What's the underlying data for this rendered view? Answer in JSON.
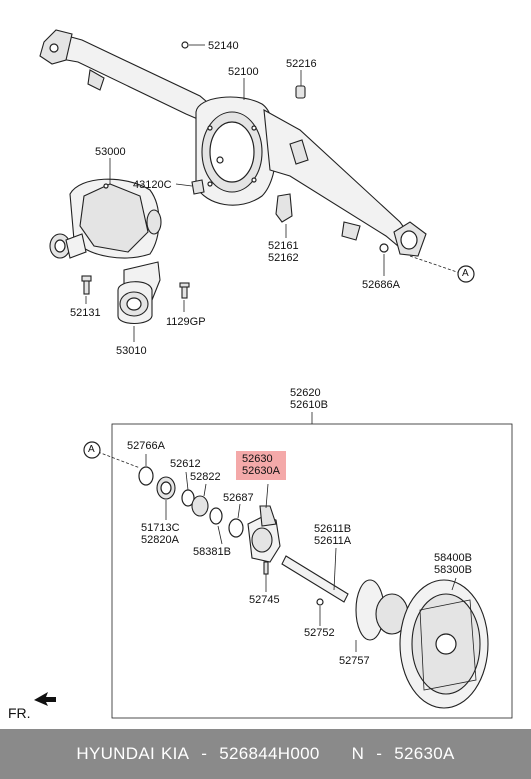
{
  "labels": {
    "p52140": "52140",
    "p52100": "52100",
    "p52216": "52216",
    "p53000": "53000",
    "p43120c": "43120C",
    "p52161": "52161",
    "p52162": "52162",
    "p52686a": "52686A",
    "p52131": "52131",
    "p1129gp": "1129GP",
    "p53010": "53010",
    "p52620": "52620",
    "p52610b": "52610B",
    "p52766a": "52766A",
    "p52612": "52612",
    "p52822": "52822",
    "p52630": "52630",
    "p52630a": "52630A",
    "p52687": "52687",
    "p51713c": "51713C",
    "p52820a": "52820A",
    "p58381b": "58381B",
    "p52611b": "52611B",
    "p52611a": "52611A",
    "p58400b": "58400B",
    "p58300b": "58300B",
    "p52745": "52745",
    "p52752": "52752",
    "p52757": "52757",
    "ref_a_top": "A",
    "ref_a_bottom": "A",
    "front": "FR."
  },
  "footer": {
    "brand": "HYUNDAI",
    "brand2": "KIA",
    "sep1": "-",
    "number": "526844H000",
    "n": "N",
    "sep2": "-",
    "code": "52630A"
  },
  "colors": {
    "highlight": "#f4a9a9",
    "footer_bg": "#8a8a8a"
  }
}
